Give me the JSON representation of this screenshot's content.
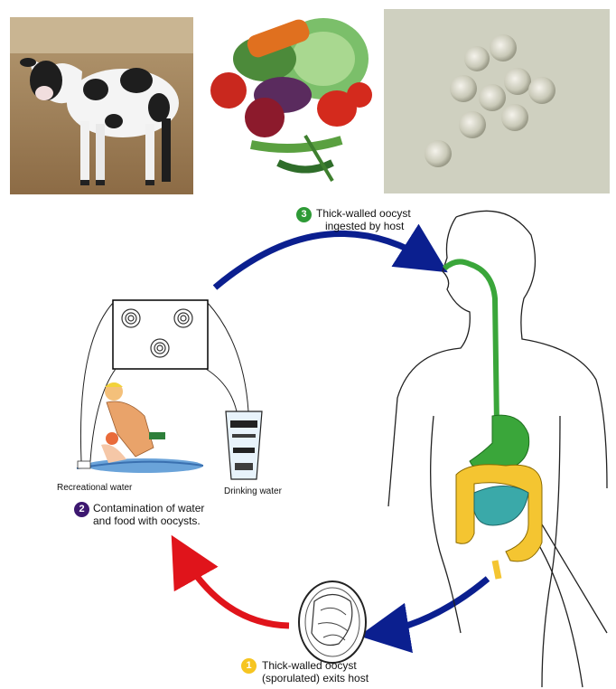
{
  "images": {
    "calf": "calf-photo",
    "vegetables": "vegetables-illustration",
    "oocysts": "oocysts-micrograph"
  },
  "water_sources": {
    "recreational": "Recreational water",
    "drinking": "Drinking water"
  },
  "steps": [
    {
      "number": "1",
      "color": "#f6c521",
      "line1": "Thick-walled oocyst",
      "line2": "(sporulated) exits host"
    },
    {
      "number": "2",
      "color": "#3d1870",
      "line1": "Contamination of water",
      "line2": "and food with oocysts."
    },
    {
      "number": "3",
      "color": "#2e9a36",
      "line1": "Thick-walled oocyst",
      "line2": "ingested by host"
    }
  ],
  "colors": {
    "arrow_blue": "#0b1f8f",
    "arrow_red": "#e0141b",
    "digestive_green": "#3aa63a",
    "colon_yellow": "#f4c531",
    "small_intestine_teal": "#3aa9a9"
  }
}
